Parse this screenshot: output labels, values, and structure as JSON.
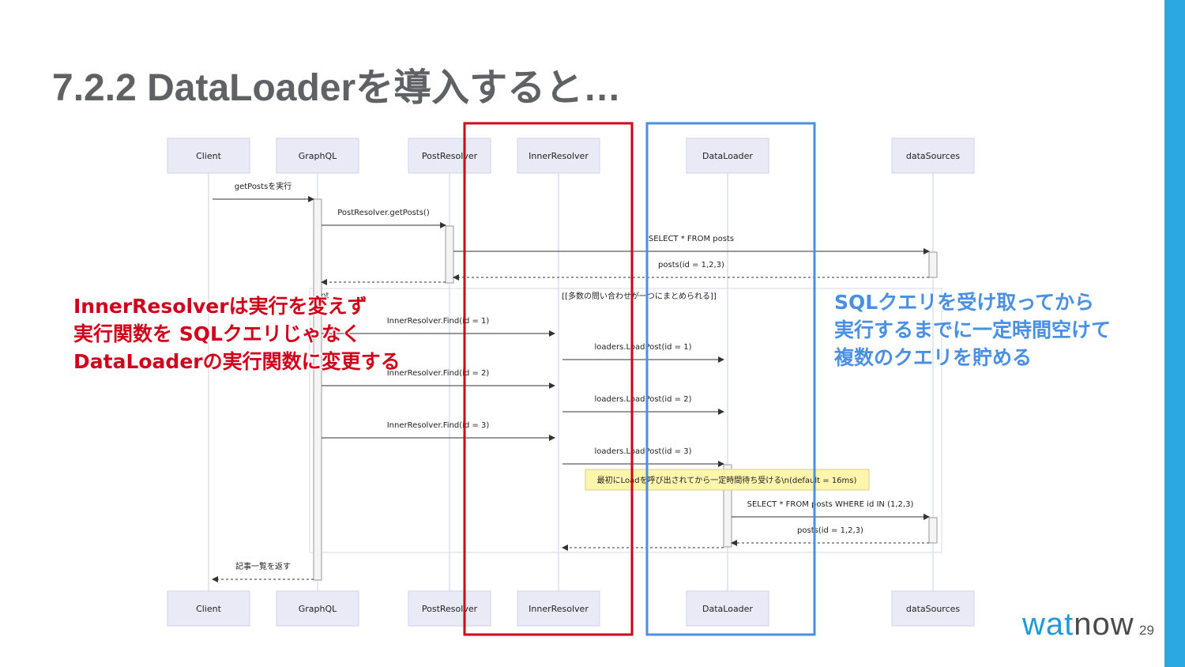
{
  "slide": {
    "title": "7.2.2 DataLoaderを導入すると…",
    "page_number": "29",
    "logo": {
      "part1": "wat",
      "part2": "now"
    },
    "accent_color": "#2aa8e0"
  },
  "diagram": {
    "participants": [
      "Client",
      "GraphQL",
      "PostResolver",
      "InnerResolver",
      "DataLoader",
      "dataSources"
    ],
    "loop_label": "opt",
    "loop_condition": "[[多数の問い合わせが一つにまとめられる]]",
    "messages": [
      {
        "from": 0,
        "to": 1,
        "label": "getPostsを実行",
        "style": "solid"
      },
      {
        "from": 1,
        "to": 2,
        "label": "PostResolver.getPosts()",
        "style": "solid"
      },
      {
        "from": 2,
        "to": 5,
        "label": "SELECT * FROM posts",
        "style": "solid"
      },
      {
        "from": 5,
        "to": 2,
        "label": "posts(id = 1,2,3)",
        "style": "dashed"
      },
      {
        "from": 2,
        "to": 1,
        "label": "",
        "style": "dashed"
      },
      {
        "from": 1,
        "to": 3,
        "label": "InnerResolver.Find(id = 1)",
        "style": "solid"
      },
      {
        "from": 3,
        "to": 4,
        "label": "loaders.LoadPost(id = 1)",
        "style": "solid"
      },
      {
        "from": 1,
        "to": 3,
        "label": "InnerResolver.Find(id = 2)",
        "style": "solid"
      },
      {
        "from": 3,
        "to": 4,
        "label": "loaders.LoadPost(id = 2)",
        "style": "solid"
      },
      {
        "from": 1,
        "to": 3,
        "label": "InnerResolver.Find(id = 3)",
        "style": "solid"
      },
      {
        "from": 3,
        "to": 4,
        "label": "loaders.LoadPost(id = 3)",
        "style": "solid"
      },
      {
        "from": 4,
        "to": 5,
        "label": "SELECT * FROM posts WHERE id IN (1,2,3)",
        "style": "solid"
      },
      {
        "from": 5,
        "to": 4,
        "label": "posts(id = 1,2,3)",
        "style": "dashed"
      },
      {
        "from": 4,
        "to": 3,
        "label": "",
        "style": "dashed"
      },
      {
        "from": 1,
        "to": 0,
        "label": "記事一覧を返す",
        "style": "dashed"
      }
    ],
    "note": "最初にLoadを呼び出されてから一定時間待ち受ける\\n(default = 16ms)"
  },
  "annotations": {
    "red_color": "#d0021b",
    "blue_color": "#4a90e2",
    "red_lines": [
      "InnerResolverは実行を変えず",
      "実行関数を SQLクエリじゃなく",
      "DataLoaderの実行関数に変更する"
    ],
    "blue_lines": [
      "SQLクエリを受け取ってから",
      "実行するまでに一定時間空けて",
      "複数のクエリを貯める"
    ]
  }
}
